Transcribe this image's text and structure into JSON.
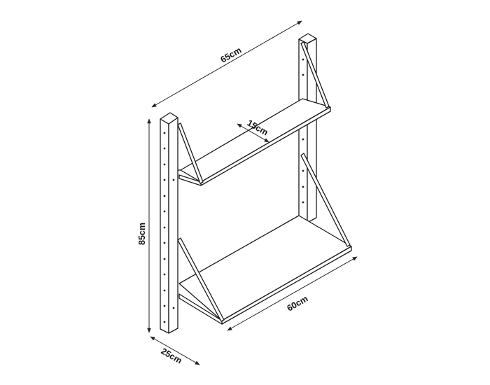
{
  "diagram": {
    "type": "product-dimension-drawing",
    "subject": "two-tier wall-mounted shelf with upright posts and diagonal brackets",
    "colors": {
      "background": "#ffffff",
      "line": "#1a1a1a"
    },
    "dimensions": {
      "overall_width": {
        "label": "65cm",
        "value": 65,
        "unit": "cm"
      },
      "height": {
        "label": "85cm",
        "value": 85,
        "unit": "cm"
      },
      "depth": {
        "label": "25cm",
        "value": 25,
        "unit": "cm"
      },
      "upper_shelf_depth": {
        "label": "15cm",
        "value": 15,
        "unit": "cm"
      },
      "shelf_width": {
        "label": "60cm",
        "value": 60,
        "unit": "cm"
      }
    },
    "components": {
      "posts": [
        "left-post",
        "right-post"
      ],
      "shelves": [
        "upper-shelf",
        "lower-shelf"
      ],
      "brackets": [
        "left-upper-bracket",
        "right-upper-bracket",
        "left-lower-bracket",
        "right-lower-bracket"
      ]
    }
  }
}
